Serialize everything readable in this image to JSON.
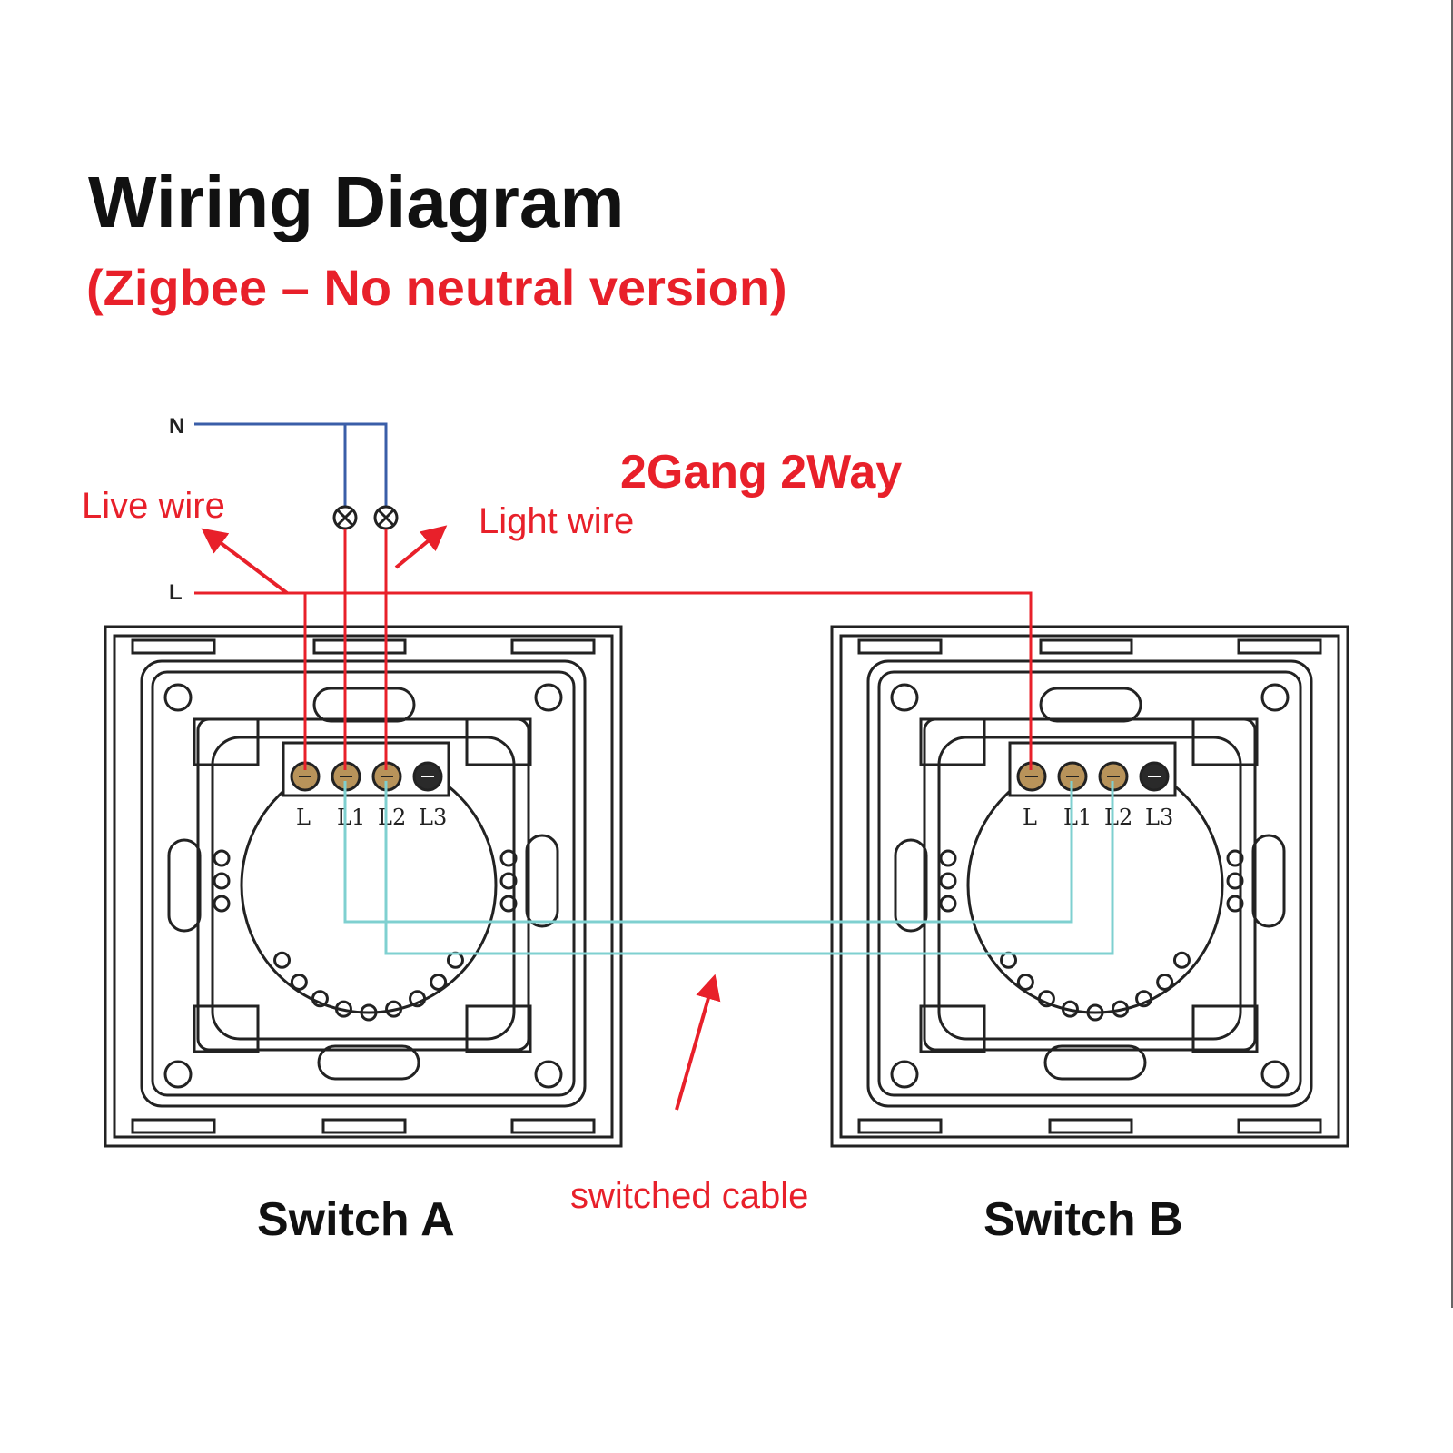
{
  "title": "Wiring Diagram",
  "subtitle": "(Zigbee – No neutral version)",
  "headline": "2Gang 2Way",
  "labels": {
    "neutral": "N",
    "live": "L",
    "live_wire": "Live wire",
    "light_wire": "Light wire",
    "switched_cable": "switched cable"
  },
  "switches": [
    {
      "name": "Switch A",
      "terminals": [
        "L",
        "L1",
        "L2",
        "L3"
      ]
    },
    {
      "name": "Switch B",
      "terminals": [
        "L",
        "L1",
        "L2",
        "L3"
      ]
    }
  ],
  "colors": {
    "title": "#111111",
    "accent_red": "#e8202a",
    "neutral_blue": "#3a5ea8",
    "switched_cyan": "#7fd0d0",
    "terminal_brass": "#b8935a",
    "outline": "#222222"
  }
}
